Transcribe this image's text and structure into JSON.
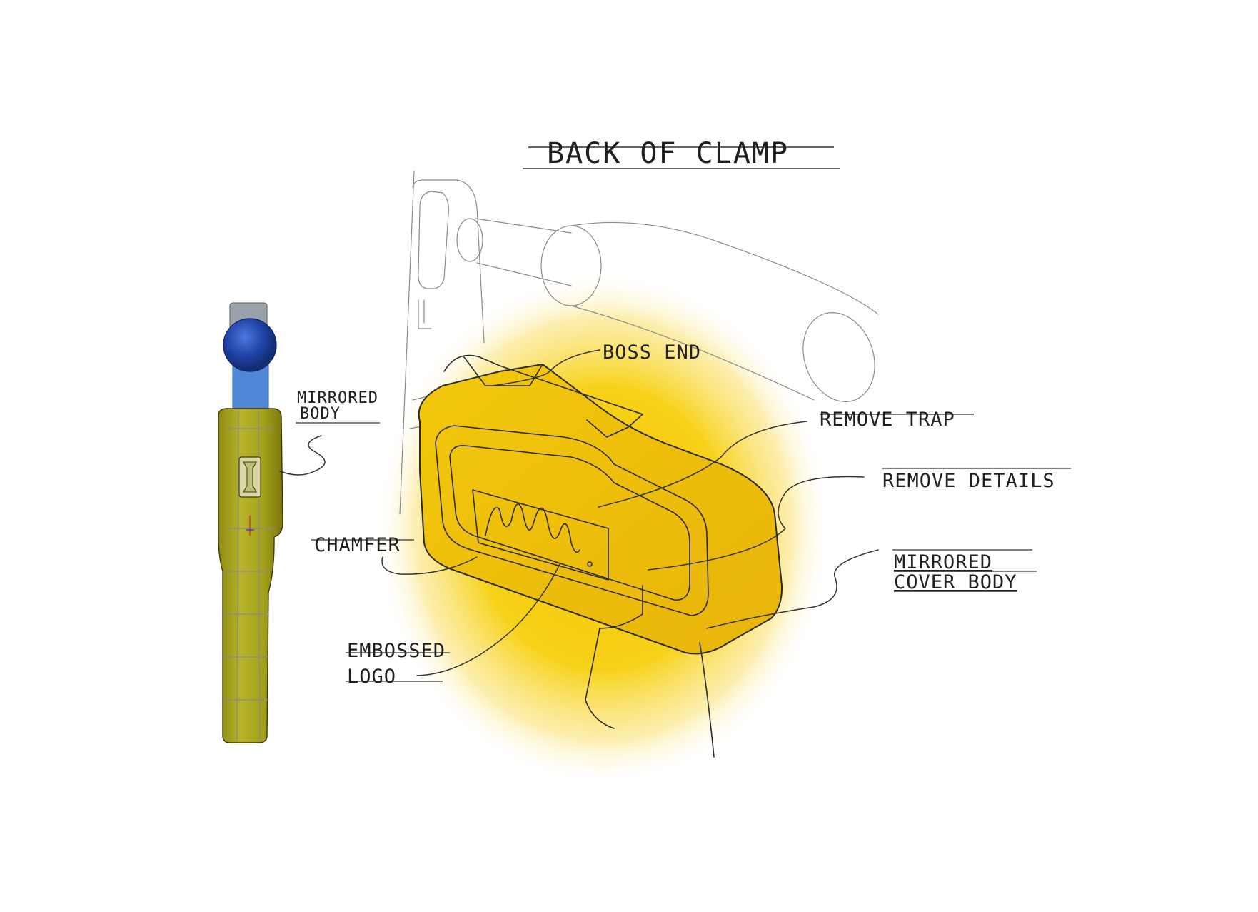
{
  "labels": {
    "title": "BACK OF CLAMP",
    "boss_end": "BOSS END",
    "remove_trap": "REMOVE TRAP",
    "remove_details": "REMOVE DETAILS",
    "mirrored_cover_body_line1": "MIRRORED",
    "mirrored_cover_body_line2": "COVER BODY",
    "mirrored_body_line1": "MIRRORED",
    "mirrored_body_line2": "BODY",
    "chamfer": "CHAMFER",
    "embossed_logo_line1": "EMBOSSED",
    "embossed_logo_line2": "LOGO"
  },
  "colors": {
    "highlight_yellow": "#f7cc0a",
    "cad_body_olive": "#a8a41c",
    "cad_knob_blue": "#1f43a6",
    "cad_stem_blue": "#4f86d6",
    "ink": "#2a2a2a"
  }
}
